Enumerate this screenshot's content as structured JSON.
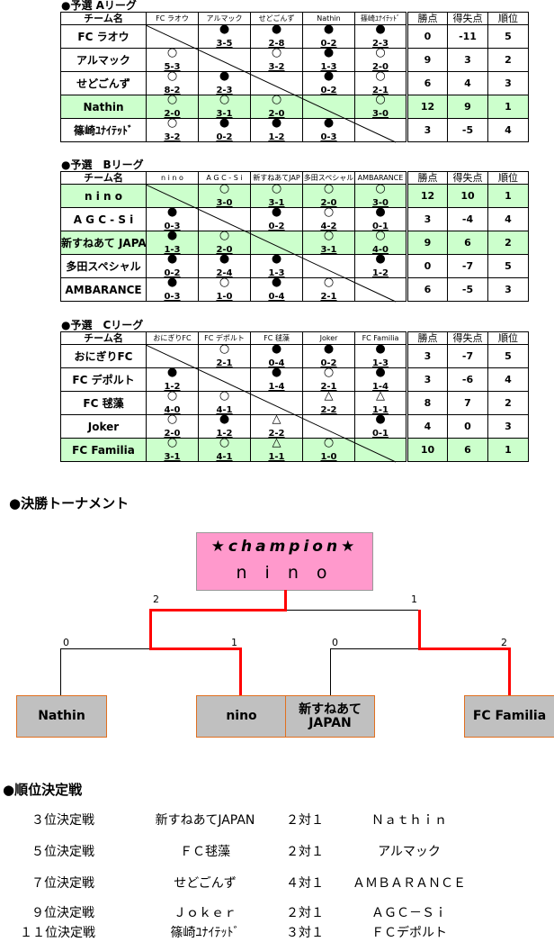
{
  "leagues": [
    {
      "title": "●予選 Aリーグ",
      "header": "チーム名",
      "stat_headers": [
        "勝点",
        "得失点",
        "順位"
      ],
      "teams": [
        "FC ラオウ",
        "アルマック",
        "せどごんず",
        "Nathin",
        "篠崎ﾕﾅｲﾃｯﾄﾞ"
      ],
      "col_heads": [
        "FC ラオウ",
        "アルマック",
        "せどごんず",
        "Nathin",
        "篠崎ﾕﾅｲﾃｯﾄﾞ"
      ],
      "green": [
        3
      ],
      "results": [
        [
          null,
          {
            "m": "●",
            "s": "3-5"
          },
          {
            "m": "●",
            "s": "2-8"
          },
          {
            "m": "●",
            "s": "0-2"
          },
          {
            "m": "●",
            "s": "2-3"
          }
        ],
        [
          {
            "m": "○",
            "s": "5-3"
          },
          null,
          {
            "m": "○",
            "s": "3-2"
          },
          {
            "m": "●",
            "s": "1-3"
          },
          {
            "m": "○",
            "s": "2-0"
          }
        ],
        [
          {
            "m": "○",
            "s": "8-2"
          },
          {
            "m": "●",
            "s": "2-3"
          },
          null,
          {
            "m": "●",
            "s": "0-2"
          },
          {
            "m": "○",
            "s": "2-1"
          }
        ],
        [
          {
            "m": "○",
            "s": "2-0"
          },
          {
            "m": "○",
            "s": "3-1"
          },
          {
            "m": "○",
            "s": "2-0"
          },
          null,
          {
            "m": "○",
            "s": "3-0"
          }
        ],
        [
          {
            "m": "○",
            "s": "3-2"
          },
          {
            "m": "●",
            "s": "0-2"
          },
          {
            "m": "●",
            "s": "1-2"
          },
          {
            "m": "●",
            "s": "0-3"
          },
          null
        ]
      ],
      "stats": [
        [
          "0",
          "-11",
          "5"
        ],
        [
          "9",
          "3",
          "2"
        ],
        [
          "6",
          "4",
          "3"
        ],
        [
          "12",
          "9",
          "1"
        ],
        [
          "3",
          "-5",
          "4"
        ]
      ]
    },
    {
      "title": "●予選　Bリーグ",
      "header": "チーム名",
      "stat_headers": [
        "勝点",
        "得失点",
        "順位"
      ],
      "teams": [
        "n i n o",
        "A G C - S i",
        "新すねあて JAPAN",
        "多田スペシャル",
        "AMBARANCE"
      ],
      "col_heads": [
        "n i n o",
        "A G C - S i",
        "新すねあてJAP",
        "多田スペシャル",
        "AMBARANCE"
      ],
      "green": [
        0,
        2
      ],
      "results": [
        [
          null,
          {
            "m": "○",
            "s": "3-0"
          },
          {
            "m": "○",
            "s": "3-1"
          },
          {
            "m": "○",
            "s": "2-0"
          },
          {
            "m": "○",
            "s": "3-0"
          }
        ],
        [
          {
            "m": "●",
            "s": "0-3"
          },
          null,
          {
            "m": "●",
            "s": "0-2"
          },
          {
            "m": "○",
            "s": "4-2"
          },
          {
            "m": "●",
            "s": "0-1"
          }
        ],
        [
          {
            "m": "●",
            "s": "1-3"
          },
          {
            "m": "○",
            "s": "2-0"
          },
          null,
          {
            "m": "○",
            "s": "3-1"
          },
          {
            "m": "○",
            "s": "4-0"
          }
        ],
        [
          {
            "m": "●",
            "s": "0-2"
          },
          {
            "m": "●",
            "s": "2-4"
          },
          {
            "m": "●",
            "s": "1-3"
          },
          null,
          {
            "m": "●",
            "s": "1-2"
          }
        ],
        [
          {
            "m": "●",
            "s": "0-3"
          },
          {
            "m": "○",
            "s": "1-0"
          },
          {
            "m": "●",
            "s": "0-4"
          },
          {
            "m": "○",
            "s": "2-1"
          },
          null
        ]
      ],
      "stats": [
        [
          "12",
          "10",
          "1"
        ],
        [
          "3",
          "-4",
          "4"
        ],
        [
          "9",
          "6",
          "2"
        ],
        [
          "0",
          "-7",
          "5"
        ],
        [
          "6",
          "-5",
          "3"
        ]
      ]
    },
    {
      "title": "●予選　Cリーグ",
      "header": "チーム名",
      "stat_headers": [
        "勝点",
        "得失点",
        "順位"
      ],
      "teams": [
        "おにぎりFC",
        "FC デポルト",
        "FC 毬藻",
        "Joker",
        "FC Familia"
      ],
      "col_heads": [
        "おにぎりFC",
        "FC デポルト",
        "FC 毬藻",
        "Joker",
        "FC Familia"
      ],
      "green": [
        4
      ],
      "results": [
        [
          null,
          {
            "m": "○",
            "s": "2-1"
          },
          {
            "m": "●",
            "s": "0-4"
          },
          {
            "m": "●",
            "s": "0-2"
          },
          {
            "m": "●",
            "s": "1-3"
          }
        ],
        [
          {
            "m": "●",
            "s": "1-2"
          },
          null,
          {
            "m": "●",
            "s": "1-4"
          },
          {
            "m": "○",
            "s": "2-1"
          },
          {
            "m": "●",
            "s": "1-4"
          }
        ],
        [
          {
            "m": "○",
            "s": "4-0"
          },
          {
            "m": "○",
            "s": "4-1"
          },
          null,
          {
            "m": "△",
            "s": "2-2"
          },
          {
            "m": "△",
            "s": "1-1"
          }
        ],
        [
          {
            "m": "○",
            "s": "2-0"
          },
          {
            "m": "●",
            "s": "1-2"
          },
          {
            "m": "△",
            "s": "2-2"
          },
          null,
          {
            "m": "●",
            "s": "0-1"
          }
        ],
        [
          {
            "m": "○",
            "s": "3-1"
          },
          {
            "m": "○",
            "s": "4-1"
          },
          {
            "m": "△",
            "s": "1-1"
          },
          {
            "m": "○",
            "s": "1-0"
          },
          null
        ]
      ],
      "stats": [
        [
          "3",
          "-7",
          "5"
        ],
        [
          "3",
          "-6",
          "4"
        ],
        [
          "8",
          "7",
          "2"
        ],
        [
          "4",
          "0",
          "3"
        ],
        [
          "10",
          "6",
          "1"
        ]
      ]
    }
  ],
  "final": {
    "title": "●決勝トーナメント",
    "champion_label": "★champion★",
    "champion": "n i n o",
    "teams": [
      "Nathin",
      "nino",
      "新すねあて JAPAN",
      "FC Familia"
    ],
    "scores": {
      "semi_left": "2",
      "semi_right": "1",
      "q1_left": "0",
      "q1_right": "1",
      "q2_left": "0",
      "q2_right": "2"
    }
  },
  "placement": {
    "title": "●順位決定戦",
    "matches": [
      {
        "label": "３位決定戦",
        "winner": "新すねあてJAPAN",
        "score": "２対１",
        "loser": "Ｎａｔｈｉｎ"
      },
      {
        "label": "５位決定戦",
        "winner": "ＦＣ毬藻",
        "score": "２対１",
        "loser": "アルマック"
      },
      {
        "label": "７位決定戦",
        "winner": "せどごんず",
        "score": "４対１",
        "loser": "ＡＭＢＡＲＡＮＣＥ"
      },
      {
        "label": "９位決定戦",
        "winner": "Ｊｏｋｅｒ",
        "score": "２対１",
        "loser": "ＡＧＣ－Ｓｉ"
      },
      {
        "label": "１１位決定戦",
        "winner": "篠崎ﾕﾅｲﾃｯﾄﾞ",
        "score": "３対１",
        "loser": "ＦＣデポルト"
      }
    ]
  }
}
